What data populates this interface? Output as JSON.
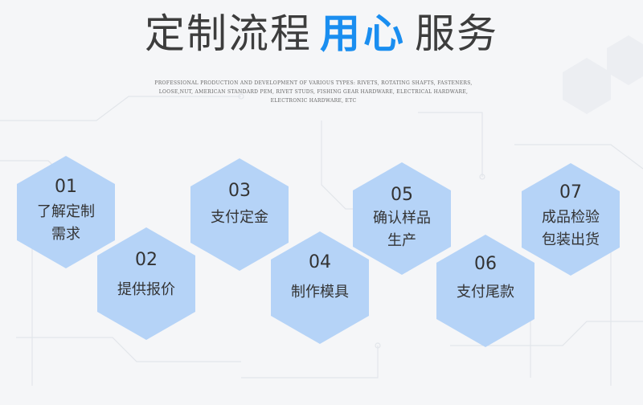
{
  "header": {
    "title_before": "定制流程",
    "title_highlight": "用心",
    "title_after": "服务",
    "subtitle": "PROFESSIONAL PRODUCTION AND DEVELOPMENT OF VARIOUS TYPES: RIVETS, ROTATING SHAFTS, FASTENERS, LOOSE,NUT, AMERICAN STANDARD PEM, RIVET STUDS, FISHING GEAR HARDWARE, ELECTRICAL HARDWARE, ELECTRONIC HARDWARE, ETC"
  },
  "colors": {
    "accent": "#1a8ef0",
    "hex_fill": "#b5d3f7",
    "text": "#333333"
  },
  "steps": [
    {
      "num": "01",
      "line1": "了解定制",
      "line2": "需求"
    },
    {
      "num": "02",
      "line1": "提供报价",
      "line2": ""
    },
    {
      "num": "03",
      "line1": "支付定金",
      "line2": ""
    },
    {
      "num": "04",
      "line1": "制作模具",
      "line2": ""
    },
    {
      "num": "05",
      "line1": "确认样品",
      "line2": "生产"
    },
    {
      "num": "06",
      "line1": "支付尾款",
      "line2": ""
    },
    {
      "num": "07",
      "line1": "成品检验",
      "line2": "包装出货"
    }
  ]
}
